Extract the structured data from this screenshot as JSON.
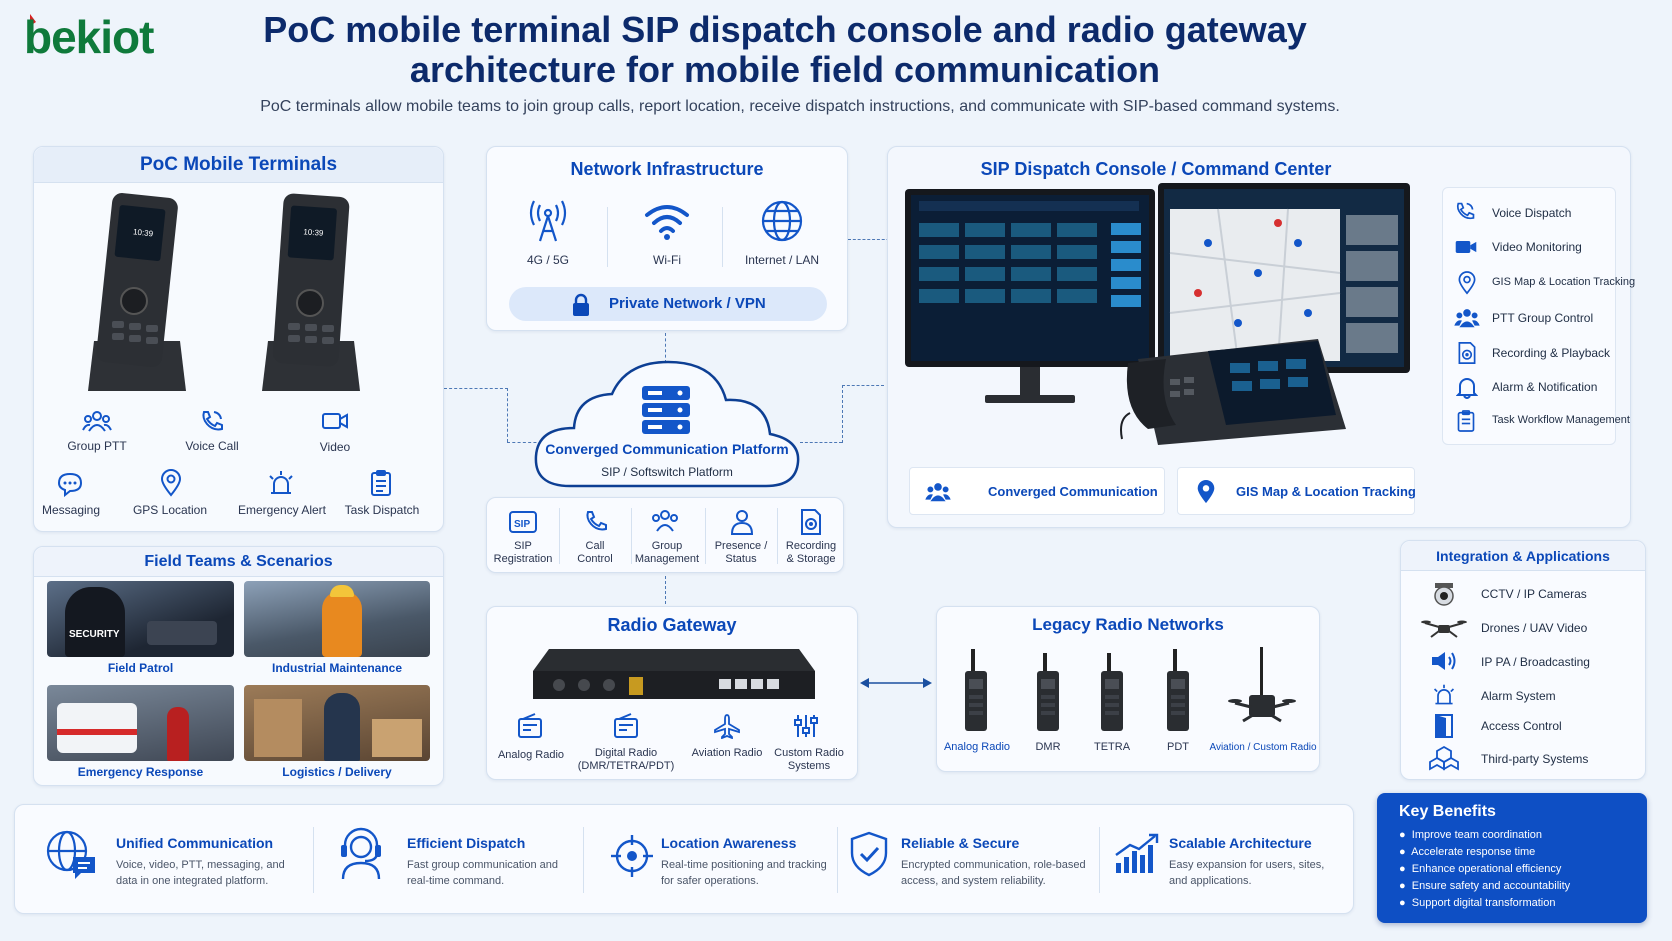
{
  "brand": {
    "logo_text": "bekiot",
    "color": "#0f7a3b"
  },
  "header": {
    "title_line1": "PoC mobile terminal SIP dispatch console and radio gateway",
    "title_line2": "architecture for mobile field communication",
    "subtitle": "PoC terminals allow mobile teams to join group calls, report location, receive dispatch instructions, and communicate with SIP-based command systems."
  },
  "terminals": {
    "title": "PoC Mobile Terminals",
    "screen_time": "10:39",
    "features": [
      {
        "label": "Group PTT",
        "icon": "group-icon"
      },
      {
        "label": "Voice Call",
        "icon": "phone-icon"
      },
      {
        "label": "Video",
        "icon": "video-icon"
      },
      {
        "label": "Messaging",
        "icon": "chat-icon"
      },
      {
        "label": "GPS Location",
        "icon": "location-icon"
      },
      {
        "label": "Emergency Alert",
        "icon": "alarm-icon"
      },
      {
        "label": "Task Dispatch",
        "icon": "clipboard-icon"
      }
    ]
  },
  "scenarios": {
    "title": "Field Teams & Scenarios",
    "items": [
      {
        "label": "Field Patrol",
        "badge": "SECURITY"
      },
      {
        "label": "Industrial Maintenance"
      },
      {
        "label": "Emergency Response"
      },
      {
        "label": "Logistics / Delivery"
      }
    ]
  },
  "network": {
    "title": "Network Infrastructure",
    "items": [
      {
        "label": "4G / 5G",
        "icon": "antenna-icon"
      },
      {
        "label": "Wi-Fi",
        "icon": "wifi-icon"
      },
      {
        "label": "Internet / LAN",
        "icon": "globe-icon"
      }
    ],
    "vpn_label": "Private Network / VPN"
  },
  "platform": {
    "title": "Converged Communication Platform",
    "subtitle": "SIP / Softswitch Platform",
    "modules": [
      {
        "line1": "SIP",
        "line2": "Registration",
        "icon": "sip-icon"
      },
      {
        "line1": "Call",
        "line2": "Control",
        "icon": "phone-icon"
      },
      {
        "line1": "Group",
        "line2": "Management",
        "icon": "group-icon"
      },
      {
        "line1": "Presence /",
        "line2": "Status",
        "icon": "user-icon"
      },
      {
        "line1": "Recording",
        "line2": "& Storage",
        "icon": "recording-icon"
      }
    ]
  },
  "dispatch": {
    "title": "SIP Dispatch Console / Command Center",
    "features": [
      {
        "label": "Voice Dispatch",
        "icon": "phone-icon"
      },
      {
        "label": "Video Monitoring",
        "icon": "video-icon"
      },
      {
        "label": "GIS Map & Location Tracking",
        "icon": "location-icon"
      },
      {
        "label": "PTT Group Control",
        "icon": "group-icon"
      },
      {
        "label": "Recording & Playback",
        "icon": "recording-icon"
      },
      {
        "label": "Alarm & Notification",
        "icon": "bell-icon"
      },
      {
        "label": "Task Workflow Management",
        "icon": "clipboard-icon"
      }
    ],
    "bottom": [
      {
        "label": "Converged Communication",
        "icon": "group-icon"
      },
      {
        "label": "GIS Map & Location Tracking",
        "icon": "location-icon"
      }
    ]
  },
  "gateway": {
    "title": "Radio Gateway",
    "items": [
      {
        "line1": "Analog Radio",
        "line2": "",
        "icon": "radio-icon"
      },
      {
        "line1": "Digital Radio",
        "line2": "(DMR/TETRA/PDT)",
        "icon": "radio-icon"
      },
      {
        "line1": "Aviation Radio",
        "line2": "",
        "icon": "plane-icon"
      },
      {
        "line1": "Custom Radio",
        "line2": "Systems",
        "icon": "sliders-icon"
      }
    ]
  },
  "legacy": {
    "title": "Legacy Radio Networks",
    "items": [
      "Analog Radio",
      "DMR",
      "TETRA",
      "PDT",
      "Aviation / Custom Radio"
    ]
  },
  "integration": {
    "title": "Integration & Applications",
    "items": [
      {
        "label": "CCTV / IP Cameras",
        "icon": "camera-icon"
      },
      {
        "label": "Drones / UAV Video",
        "icon": "drone-icon"
      },
      {
        "label": "IP PA / Broadcasting",
        "icon": "speaker-icon"
      },
      {
        "label": "Alarm System",
        "icon": "alarm-icon"
      },
      {
        "label": "Access Control",
        "icon": "door-icon"
      },
      {
        "label": "Third-party Systems",
        "icon": "cubes-icon"
      }
    ]
  },
  "benefits": [
    {
      "title": "Unified Communication",
      "desc1": "Voice, video, PTT, messaging, and",
      "desc2": "data in one integrated platform.",
      "icon": "globe-chat-icon"
    },
    {
      "title": "Efficient Dispatch",
      "desc1": "Fast group communication and",
      "desc2": "real-time command.",
      "icon": "headset-icon"
    },
    {
      "title": "Location Awareness",
      "desc1": "Real-time positioning and tracking",
      "desc2": "for safer operations.",
      "icon": "crosshair-icon"
    },
    {
      "title": "Reliable & Secure",
      "desc1": "Encrypted communication, role-based",
      "desc2": "access, and system reliability.",
      "icon": "shield-icon"
    },
    {
      "title": "Scalable Architecture",
      "desc1": "Easy expansion for users, sites,",
      "desc2": "and applications.",
      "icon": "growth-chart-icon"
    }
  ],
  "key_benefits": {
    "title": "Key Benefits",
    "items": [
      "Improve team coordination",
      "Accelerate response time",
      "Enhance operational efficiency",
      "Ensure safety and accountability",
      "Support digital transformation"
    ]
  },
  "colors": {
    "accent": "#1356c9",
    "panel_header": "#e6eef9",
    "key_benefits_bg": "#0e4fc4"
  }
}
